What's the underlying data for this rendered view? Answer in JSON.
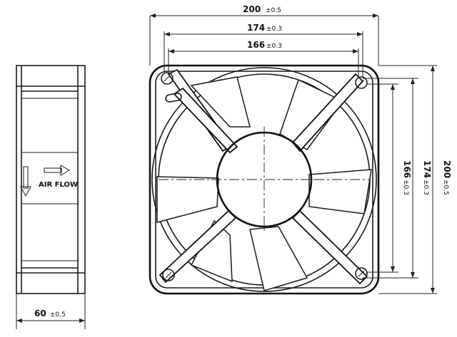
{
  "dimensions": {
    "outer_width": {
      "value": "200",
      "tolerance": "±0.5"
    },
    "mid_width": {
      "value": "174",
      "tolerance": "±0.3"
    },
    "inner_width": {
      "value": "166",
      "tolerance": "±0.3"
    },
    "inner_height": {
      "value": "166",
      "tolerance": "±0.3"
    },
    "mid_height": {
      "value": "174",
      "tolerance": "±0.3"
    },
    "outer_height": {
      "value": "200",
      "tolerance": "±0.5"
    },
    "depth": {
      "value": "60",
      "tolerance": "±0.5"
    }
  },
  "side_view": {
    "airflow_label": "AIR FLOW"
  },
  "colors": {
    "line": "#1a1a1a",
    "background": "#ffffff"
  }
}
